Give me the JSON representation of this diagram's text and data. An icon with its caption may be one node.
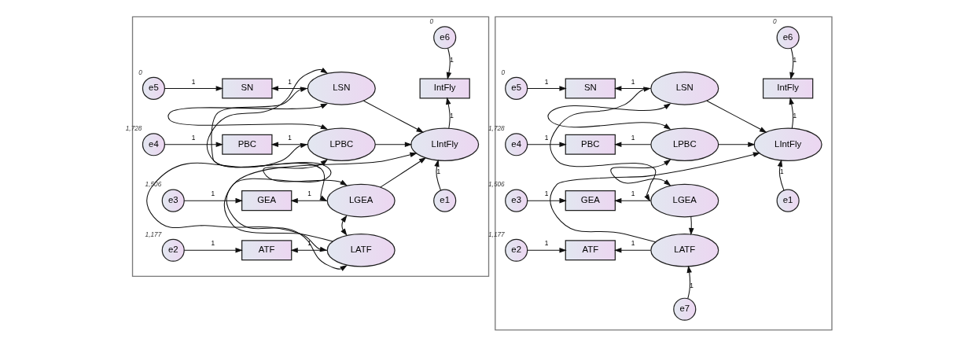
{
  "diagram": {
    "nodes": [
      {
        "text": [],
        "shape": "box"
      },
      {
        "text": [
          "e6"
        ],
        "in": 0,
        "beside": [
          "0"
        ]
      },
      {
        "text": [
          "e5"
        ],
        "in": 0,
        "beside": [
          "0"
        ]
      },
      {
        "text": [
          "SN"
        ],
        "in": 0
      },
      {
        "text": [
          "LSN"
        ],
        "in": 0
      },
      {
        "text": [
          "IntFly"
        ],
        "in": 0
      },
      {
        "text": [
          "e4"
        ],
        "in": 0,
        "beside": [
          "1,728"
        ]
      },
      {
        "text": [
          "PBC"
        ],
        "in": 0
      },
      {
        "text": [
          "LPBC"
        ],
        "in": 0
      },
      {
        "text": [
          "LIntFly"
        ],
        "in": 0
      },
      {
        "text": [
          "e3"
        ],
        "in": 0,
        "beside": [
          "1,506"
        ]
      },
      {
        "text": [
          "GEA"
        ],
        "in": 0
      },
      {
        "text": [
          "LGEA"
        ],
        "in": 0
      },
      {
        "text": [
          "e2"
        ],
        "in": 0,
        "beside": [
          "1,177"
        ]
      },
      {
        "text": [
          "ATF"
        ],
        "in": 0
      },
      {
        "text": [
          "LATF"
        ],
        "in": 0
      },
      {
        "text": [
          "e1"
        ],
        "in": 0
      },
      {
        "text": [],
        "shape": "box"
      },
      {
        "text": [
          "e6"
        ],
        "in": 17,
        "beside": [
          "0"
        ]
      },
      {
        "text": [
          "e5"
        ],
        "in": 17,
        "beside": [
          "0"
        ]
      },
      {
        "text": [
          "SN"
        ],
        "in": 17
      },
      {
        "text": [
          "LSN"
        ],
        "in": 17
      },
      {
        "text": [
          "IntFly"
        ],
        "in": 17
      },
      {
        "text": [
          "e4"
        ],
        "in": 17,
        "beside": [
          "1,728"
        ]
      },
      {
        "text": [
          "PBC"
        ],
        "in": 17
      },
      {
        "text": [
          "LPBC"
        ],
        "in": 17
      },
      {
        "text": [
          "LIntFly"
        ],
        "in": 17
      },
      {
        "text": [
          "e3"
        ],
        "in": 17,
        "beside": [
          "1,506"
        ]
      },
      {
        "text": [
          "GEA"
        ],
        "in": 17
      },
      {
        "text": [
          "LGEA"
        ],
        "in": 17
      },
      {
        "text": [
          "e1"
        ],
        "in": 17
      },
      {
        "text": [
          "e2"
        ],
        "in": 17,
        "beside": [
          "1,177"
        ]
      },
      {
        "text": [
          "ATF"
        ],
        "in": 17
      },
      {
        "text": [
          "LATF"
        ],
        "in": 17
      },
      {
        "text": [
          "e7"
        ],
        "in": 17
      }
    ],
    "edges": [
      {
        "from": 2,
        "to": 3,
        "arrow": "to",
        "label": "1"
      },
      {
        "from": 4,
        "to": 3,
        "arrow": "to",
        "label": "1"
      },
      {
        "from": 6,
        "to": 7,
        "arrow": "to",
        "label": "1"
      },
      {
        "from": 8,
        "to": 7,
        "arrow": "to",
        "label": "1"
      },
      {
        "from": 10,
        "to": 11,
        "arrow": "to",
        "label": "1"
      },
      {
        "from": 12,
        "to": 11,
        "arrow": "to",
        "label": "1"
      },
      {
        "from": 13,
        "to": 14,
        "arrow": "to",
        "label": "1"
      },
      {
        "from": 15,
        "to": 14,
        "arrow": "to",
        "label": "1"
      },
      {
        "from": 4,
        "to": 8,
        "arrow": "both"
      },
      {
        "from": 4,
        "to": 12,
        "arrow": "both"
      },
      {
        "from": 4,
        "to": 15,
        "arrow": "both"
      },
      {
        "from": 8,
        "to": 12,
        "arrow": "both"
      },
      {
        "from": 8,
        "to": 15,
        "arrow": "both"
      },
      {
        "from": 12,
        "to": 15,
        "arrow": "both"
      },
      {
        "from": 4,
        "to": 9,
        "arrow": "to"
      },
      {
        "from": 8,
        "to": 9,
        "arrow": "to"
      },
      {
        "from": 12,
        "to": 9,
        "arrow": "to"
      },
      {
        "from": 15,
        "to": 9,
        "arrow": "to"
      },
      {
        "from": 9,
        "to": 5,
        "arrow": "to",
        "label": "1"
      },
      {
        "from": 1,
        "to": 5,
        "arrow": "to",
        "label": "1"
      },
      {
        "from": 16,
        "to": 9,
        "arrow": "to",
        "label": "1"
      },
      {
        "from": 19,
        "to": 20,
        "arrow": "to",
        "label": "1"
      },
      {
        "from": 21,
        "to": 20,
        "arrow": "to",
        "label": "1"
      },
      {
        "from": 23,
        "to": 24,
        "arrow": "to",
        "label": "1"
      },
      {
        "from": 25,
        "to": 24,
        "arrow": "to",
        "label": "1"
      },
      {
        "from": 27,
        "to": 28,
        "arrow": "to",
        "label": "1"
      },
      {
        "from": 29,
        "to": 28,
        "arrow": "to",
        "label": "1"
      },
      {
        "from": 31,
        "to": 32,
        "arrow": "to",
        "label": "1"
      },
      {
        "from": 33,
        "to": 32,
        "arrow": "to",
        "label": "1"
      },
      {
        "from": 21,
        "to": 25,
        "arrow": "both"
      },
      {
        "from": 21,
        "to": 29,
        "arrow": "both"
      },
      {
        "from": 25,
        "to": 29,
        "arrow": "both"
      },
      {
        "from": 29,
        "to": 33,
        "arrow": "to"
      },
      {
        "from": 34,
        "to": 33,
        "arrow": "to",
        "label": "1"
      },
      {
        "from": 21,
        "to": 26,
        "arrow": "to"
      },
      {
        "from": 25,
        "to": 26,
        "arrow": "to"
      },
      {
        "from": 33,
        "to": 26,
        "arrow": "to"
      },
      {
        "from": 26,
        "to": 22,
        "arrow": "to",
        "label": "1"
      },
      {
        "from": 18,
        "to": 22,
        "arrow": "to",
        "label": "1"
      },
      {
        "from": 30,
        "to": 26,
        "arrow": "to",
        "label": "1"
      }
    ]
  }
}
